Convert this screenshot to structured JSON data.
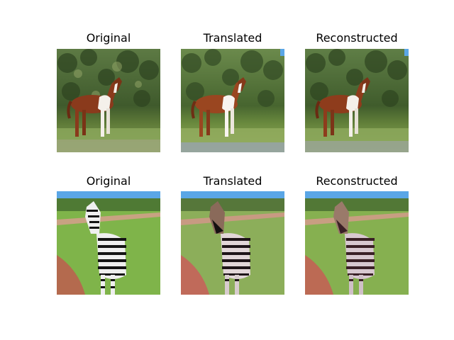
{
  "titles": {
    "row1": [
      "Original",
      "Translated",
      "Reconstructed"
    ],
    "row2": [
      "Original",
      "Translated",
      "Reconstructed"
    ]
  },
  "images": {
    "row1": [
      "horse-original",
      "horse-translated",
      "horse-reconstructed"
    ],
    "row2": [
      "zebra-original",
      "zebra-translated",
      "zebra-reconstructed"
    ]
  },
  "colors": {
    "background": "#ffffff",
    "title_text": "#000000",
    "horse_coat": "#8a3a1c",
    "horse_white_patch": "#f4f0ea",
    "forest_green": "#3f5a2c",
    "grass_green": "#7fa24a",
    "dirt_path": "#b46a4e",
    "sky_blue": "#5aa6e6",
    "zebra_black": "#141414",
    "zebra_white": "#efefef"
  }
}
